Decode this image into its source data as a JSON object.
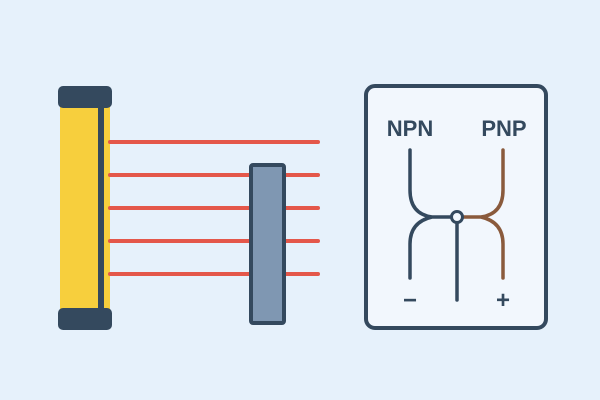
{
  "diagram": {
    "colors": {
      "background": "#e6f1fb",
      "emitter_body": "#f7cf3d",
      "emitter_cap": "#34495e",
      "beam": "#e4574a",
      "blocker": "#7f97b2",
      "outline": "#34495e",
      "panel_fill": "#f2f7fd",
      "npn_wire": "#34495e",
      "pnp_wire": "#8a5a3c"
    },
    "beam_count": 5,
    "wiring_panel": {
      "left_label": "NPN",
      "right_label": "PNP",
      "minus_symbol": "−",
      "plus_symbol": "+"
    }
  }
}
